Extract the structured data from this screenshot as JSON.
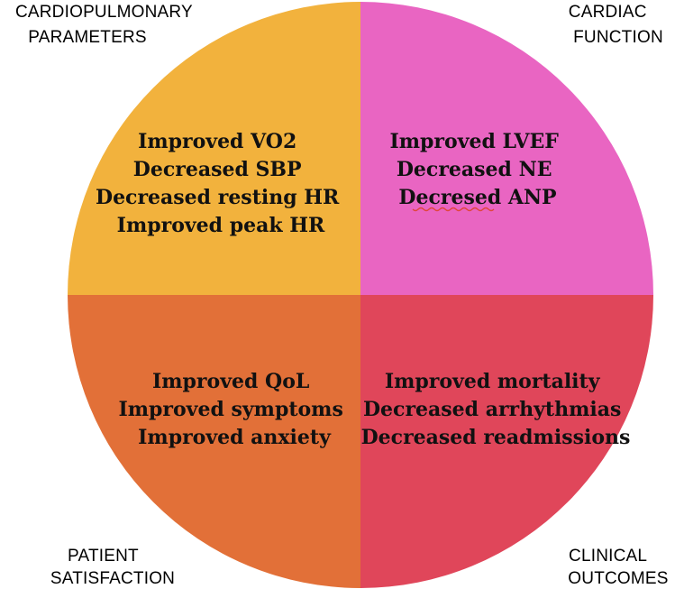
{
  "colors": {
    "top_left": "#f2b23d",
    "top_right": "#e965c2",
    "bottom_left": "#e27038",
    "bottom_right": "#e0465a",
    "text": "#111111",
    "spellcheck_underline": "#e0463c"
  },
  "corner_labels": {
    "top_left": {
      "line1": "CARDIOPULMONARY",
      "line2": "PARAMETERS"
    },
    "top_right": {
      "line1": "CARDIAC",
      "line2": "FUNCTION"
    },
    "bottom_left": {
      "line1": "PATIENT",
      "line2": "SATISFACTION"
    },
    "bottom_right": {
      "line1": "CLINICAL",
      "line2": "OUTCOMES"
    }
  },
  "quadrants": {
    "top_left": {
      "lines": [
        "Improved VO2",
        "Decreased SBP",
        "Decreased resting HR",
        "Improved peak HR"
      ]
    },
    "top_right": {
      "lines": [
        "Improved LVEF",
        "Decreased NE",
        "Decresed ANP"
      ]
    },
    "bottom_left": {
      "lines": [
        "Improved QoL",
        "Improved symptoms",
        "Improved anxiety"
      ]
    },
    "bottom_right": {
      "lines": [
        "Improved mortality",
        "Decreased arrhythmias",
        "Decreased readmissions"
      ]
    }
  }
}
